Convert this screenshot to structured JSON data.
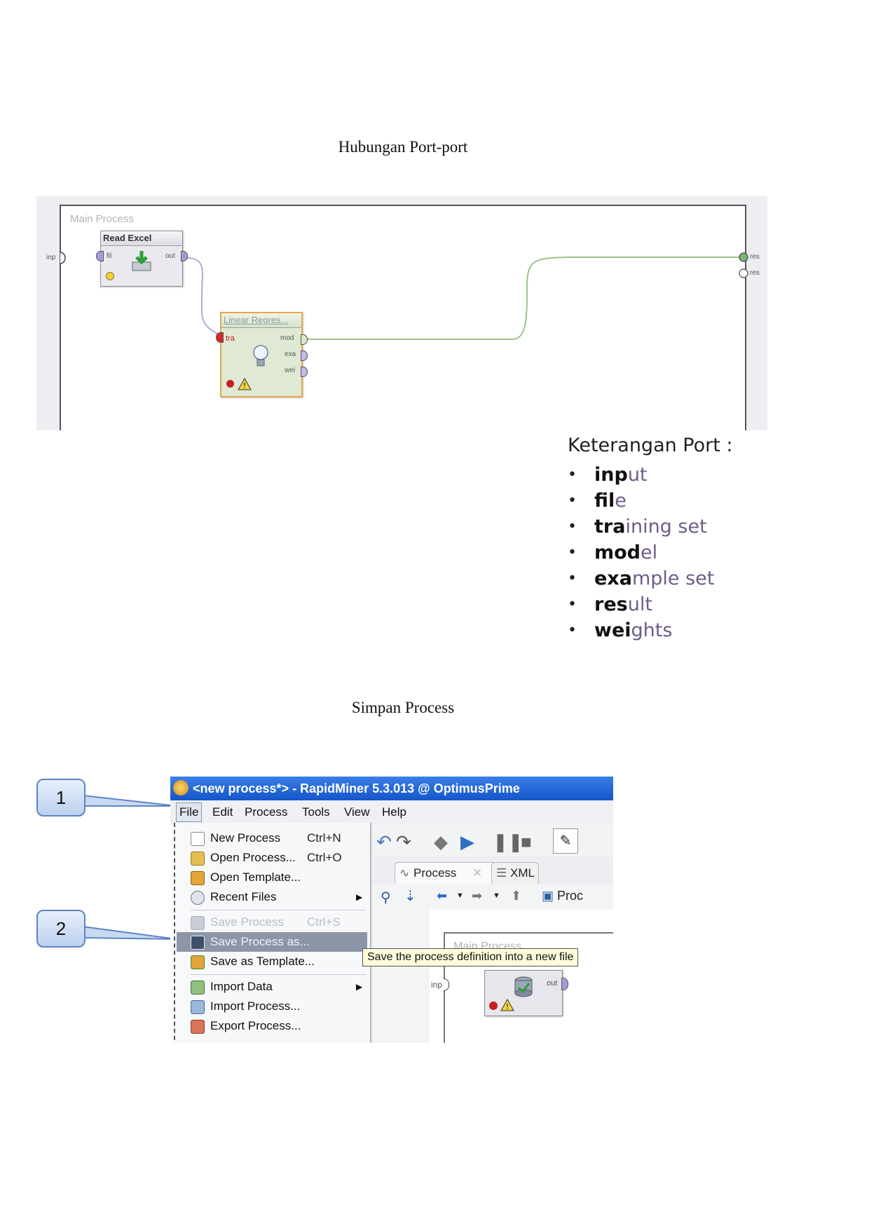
{
  "captions": {
    "port_connections": "Hubungan Port-port",
    "save_process": "Simpan Process"
  },
  "process_canvas": {
    "label": "Main Process",
    "input_port": "inp",
    "result_ports": [
      "res",
      "res"
    ],
    "read_excel": {
      "title": "Read Excel",
      "in_port": "fil",
      "out_port": "out"
    },
    "linear_regression": {
      "title": "Linear Regres...",
      "in_port": "tra",
      "out_ports": [
        "mod",
        "exa",
        "wei"
      ]
    }
  },
  "legend": {
    "title": "Keterangan Port :",
    "items": [
      {
        "bold": "inp",
        "rest": "ut"
      },
      {
        "bold": "fil",
        "rest": "e"
      },
      {
        "bold": "tra",
        "rest": "ining set"
      },
      {
        "bold": "mod",
        "rest": "el"
      },
      {
        "bold": "exa",
        "rest": "mple set"
      },
      {
        "bold": "res",
        "rest": "ult"
      },
      {
        "bold": "wei",
        "rest": "ghts"
      }
    ]
  },
  "window": {
    "title": "<new process*> - RapidMiner 5.3.013 @ OptimusPrime",
    "menus": [
      "File",
      "Edit",
      "Process",
      "Tools",
      "View",
      "Help"
    ],
    "tabs": {
      "process": "Process",
      "xml": "XML"
    },
    "nav_label": "Proc",
    "canvas_label": "Main Process",
    "canvas_input_port": "inp",
    "operator_out_port": "out"
  },
  "file_menu": {
    "new_process": {
      "label": "New Process",
      "shortcut": "Ctrl+N"
    },
    "open_process": {
      "label": "Open Process...",
      "shortcut": "Ctrl+O"
    },
    "open_template": {
      "label": "Open Template..."
    },
    "recent_files": {
      "label": "Recent Files"
    },
    "save_process": {
      "label": "Save Process",
      "shortcut": "Ctrl+S"
    },
    "save_process_as": {
      "label": "Save Process as..."
    },
    "save_as_template": {
      "label": "Save as Template..."
    },
    "import_data": {
      "label": "Import Data"
    },
    "import_process": {
      "label": "Import Process..."
    },
    "export_process": {
      "label": "Export Process..."
    }
  },
  "tooltip": "Save the process definition into a new file",
  "callouts": [
    "1",
    "2"
  ],
  "colors": {
    "connection_green": "#9dc48a",
    "connection_purple": "#b5a9dc",
    "titlebar_blue": "#1f63d6",
    "legend_rest": "#6e5c8a"
  }
}
